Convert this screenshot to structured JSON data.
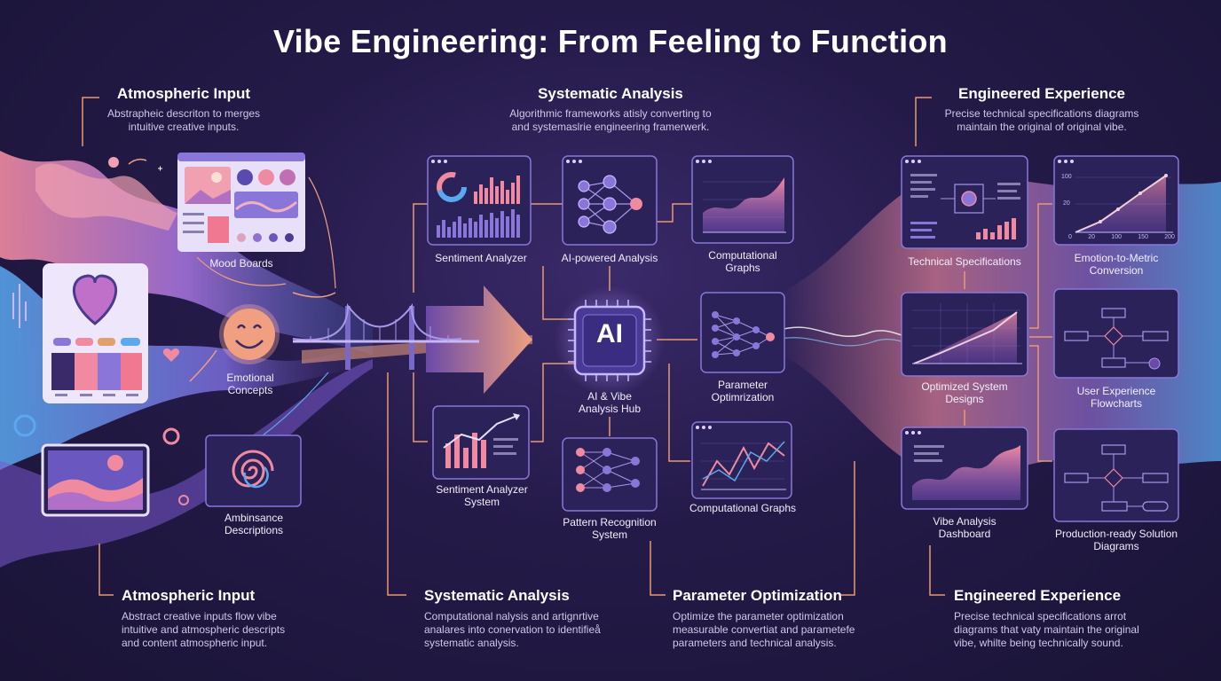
{
  "title": "Vibe Engineering: From Feeling to Function",
  "sections": {
    "atmospheric": {
      "heading": "Atmospheric Input",
      "desc": [
        "Abstrapheic descriton to merges",
        "intuitive creative inputs."
      ]
    },
    "systematic": {
      "heading": "Systematic Analysis",
      "desc": [
        "Algorithmic frameworks atisly converting to",
        "and systemaslrie engineering framerwerk."
      ]
    },
    "engineered": {
      "heading": "Engineered Experience",
      "desc": [
        "Precise technical specifications diagrams",
        "maintain the original of original vibe."
      ]
    }
  },
  "left_labels": {
    "mood_boards": "Mood Boards",
    "emotional_concepts": [
      "Emotional",
      "Concepts"
    ],
    "ambinsance": [
      "Ambinsance",
      "Descriptions"
    ]
  },
  "mid_labels": {
    "sentiment_analyzer": "Sentiment Analyzer",
    "ai_powered": "AI-powered Analysis",
    "computational_graphs_top": [
      "Computational",
      "Graphs"
    ],
    "ai_hub_chip": "AI",
    "ai_hub": [
      "AI & Vibe",
      "Analysis Hub"
    ],
    "parameter_opt": [
      "Parameter",
      "Optimrization"
    ],
    "sentiment_system": [
      "Sentiment Analyzer",
      "System"
    ],
    "pattern_recognition": [
      "Pattern Recognition",
      "System"
    ],
    "computational_graphs_bottom": "Computational Graphs"
  },
  "right_labels": {
    "technical_specs": "Technical Specifications",
    "emotion_metric": [
      "Emotion-to-Metric",
      "Conversion"
    ],
    "optimized_designs": [
      "Optimized System",
      "Designs"
    ],
    "ux_flowcharts": [
      "User Experience",
      "Flowcharts"
    ],
    "vibe_dashboard": [
      "Vibe Analysis",
      "Dashboard"
    ],
    "production_diagrams": [
      "Production-ready Solution",
      "Diagrams"
    ]
  },
  "metric_ticks": [
    "0",
    "20",
    "100",
    "150",
    "200"
  ],
  "metric_yticks": [
    "100",
    "20"
  ],
  "bottom": [
    {
      "heading": "Atmospheric Input",
      "desc": [
        "Abstract creative inputs flow vibe",
        "intuitive and atmospheric descripts",
        "and content atmospheric input."
      ]
    },
    {
      "heading": "Systematic Analysis",
      "desc": [
        "Computational nalysis and artignrtive",
        "analares into conervation to identifieå",
        "systematic analysis."
      ]
    },
    {
      "heading": "Parameter Optimization",
      "desc": [
        "Optimize the parameter optimization",
        "measurable convertiat and parametefe",
        "parameters and technical analysis."
      ]
    },
    {
      "heading": "Engineered Experience",
      "desc": [
        "Precise technical specifications arrot",
        "diagrams that vaty maintain the original",
        "vibe, whilte being technically sound."
      ]
    }
  ],
  "colors": {
    "accent_pink": "#f08aa0",
    "accent_violet": "#8a76d8",
    "accent_blue": "#5aa8f0",
    "background": "#241a48",
    "connector": "#e89a70"
  },
  "icons": [
    "heart-icon",
    "smiley-icon",
    "spiral-icon",
    "bridge-icon",
    "arrow-icon",
    "ai-chip-icon",
    "neural-network-icon",
    "flowchart-icon",
    "line-chart-icon",
    "bar-chart-icon",
    "donut-chart-icon"
  ]
}
